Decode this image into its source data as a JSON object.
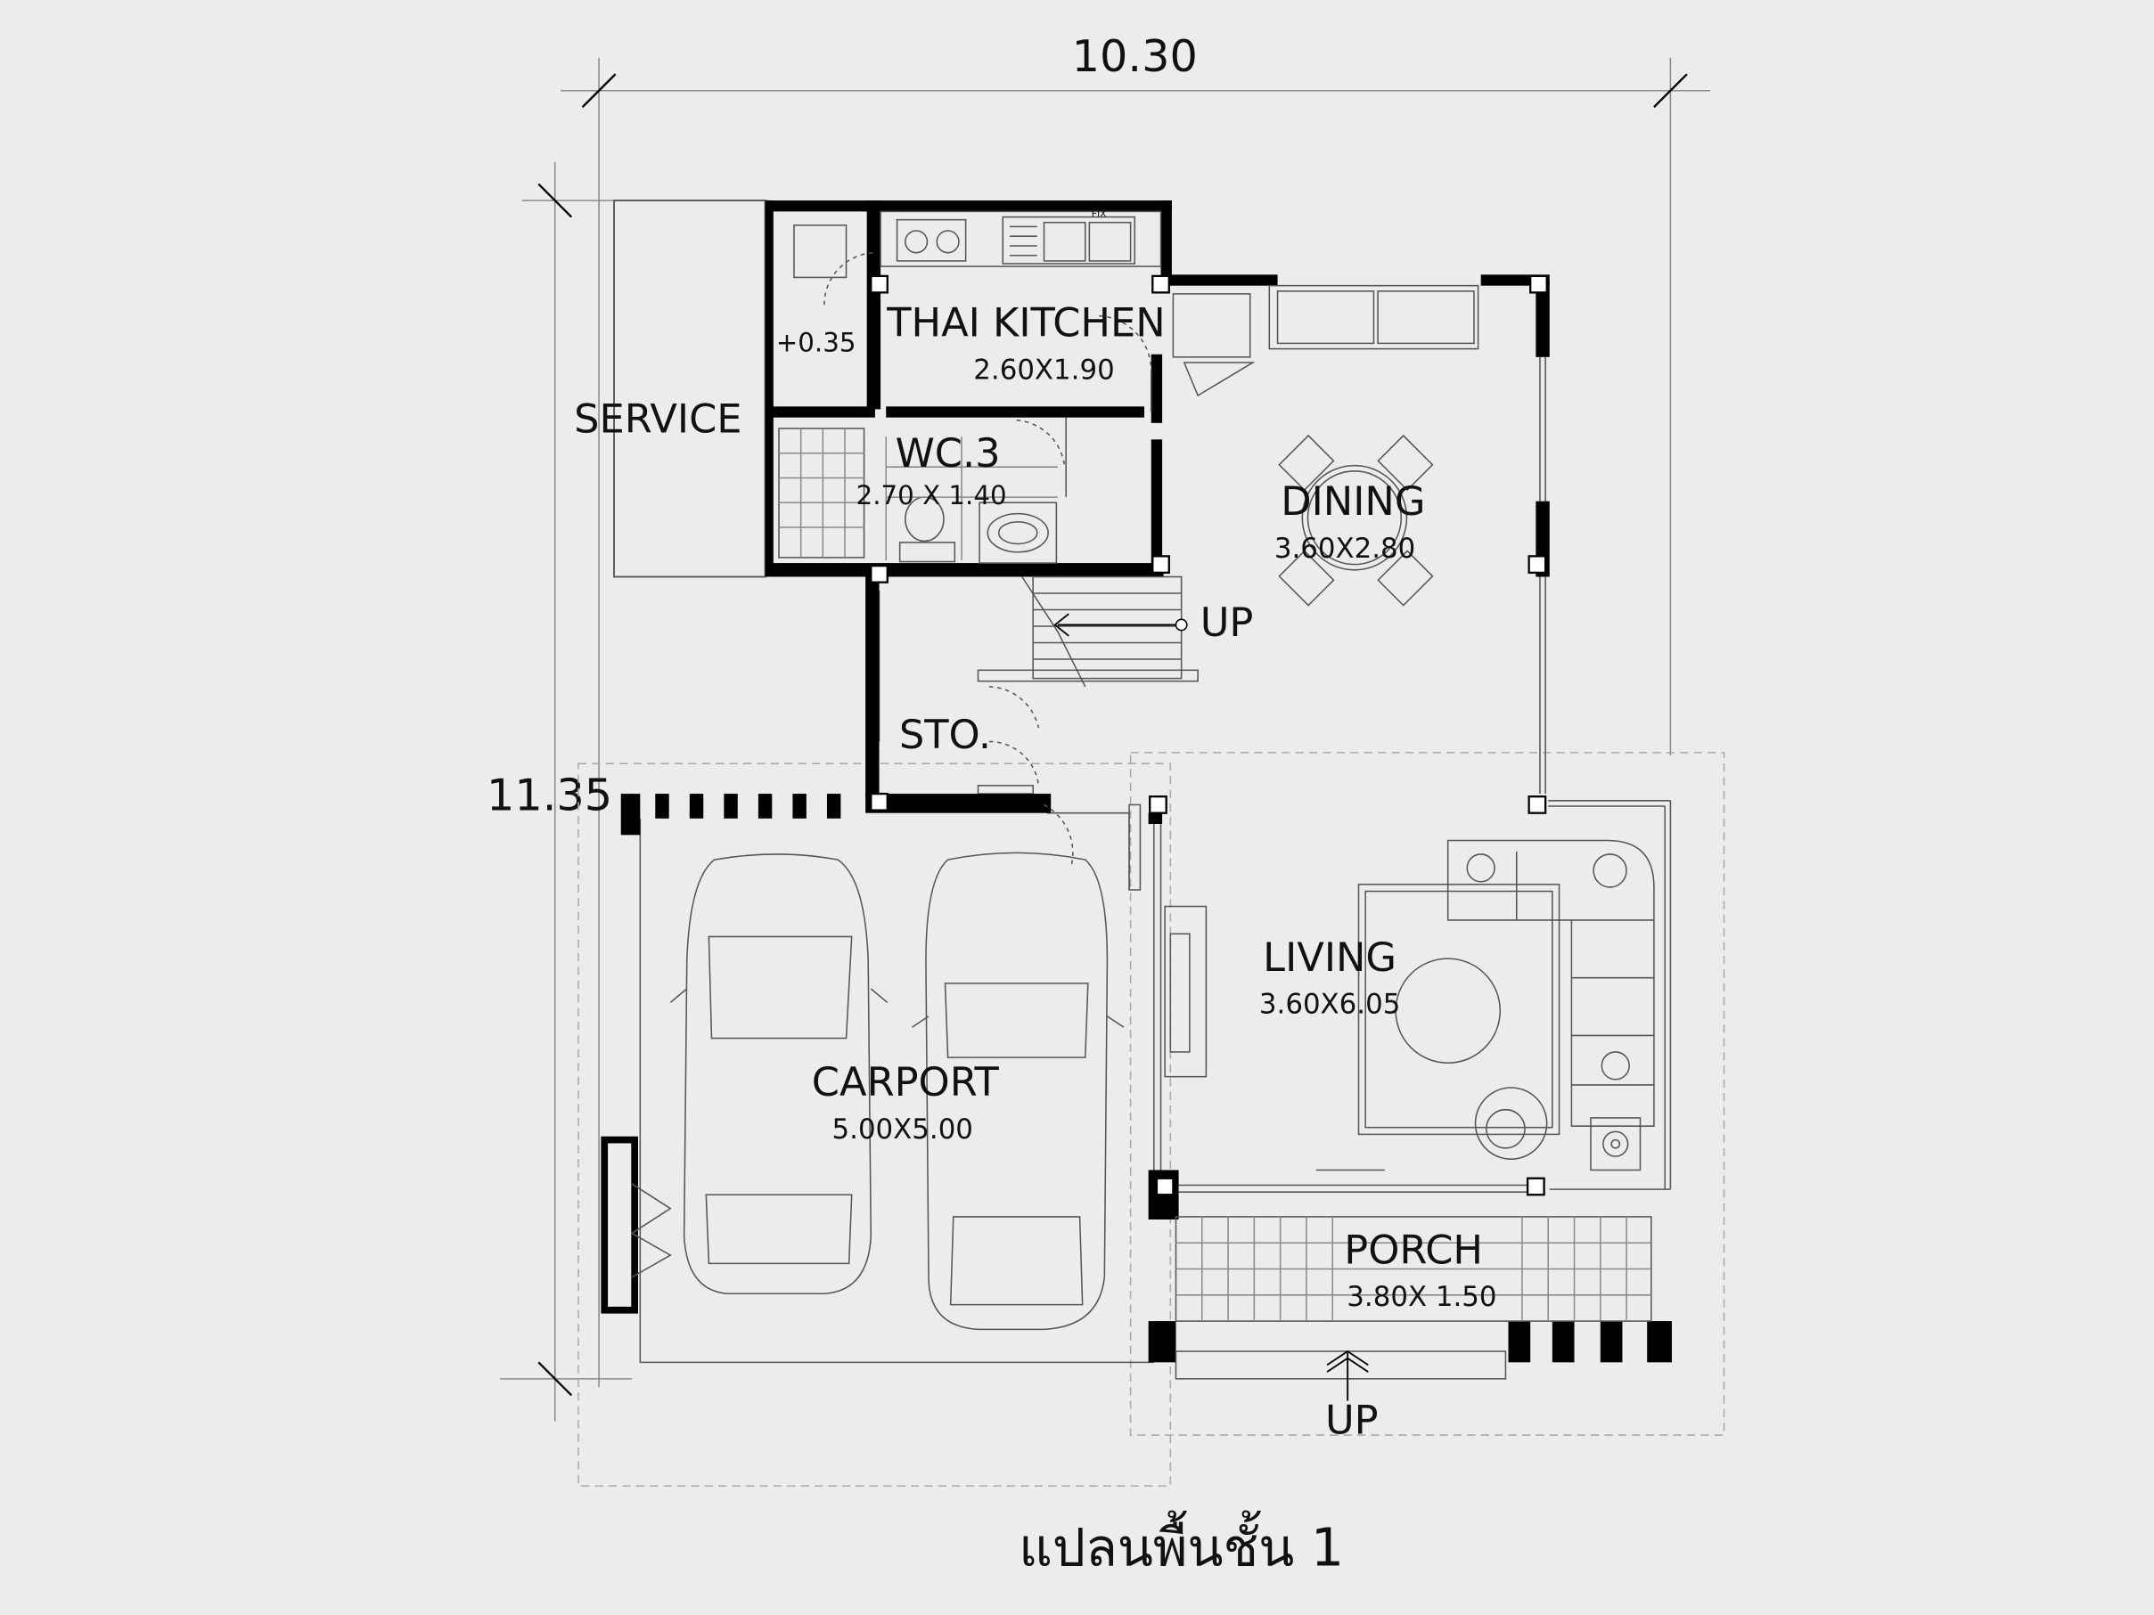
{
  "dimensions": {
    "width": "10.30",
    "depth": "11.35"
  },
  "rooms": {
    "service": {
      "name": "SERVICE"
    },
    "thai_kitchen": {
      "name": "THAI KITCHEN",
      "size": "2.60X1.90"
    },
    "level_mark": "+0.35",
    "wc": {
      "name": "WC.3",
      "size": "2.70 X 1.40"
    },
    "dining": {
      "name": "DINING",
      "size": "3.60X2.80"
    },
    "storage": {
      "name": "STO."
    },
    "living": {
      "name": "LIVING",
      "size": "3.60X6.05"
    },
    "carport": {
      "name": "CARPORT",
      "size": "5.00X5.00"
    },
    "porch": {
      "name": "PORCH",
      "size": "3.80X 1.50"
    }
  },
  "stairs_label": "UP",
  "porch_steps_label": "UP",
  "fix_label": "FIX",
  "plan_title": "แปลนพื้นชั้น 1"
}
